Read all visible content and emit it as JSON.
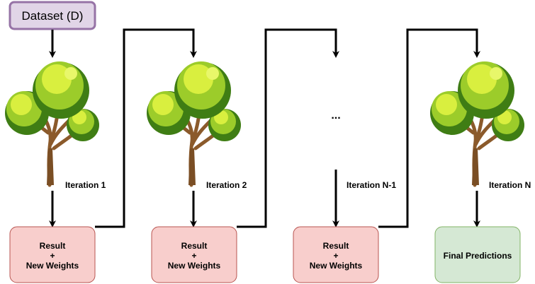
{
  "colors": {
    "dataset_fill": "#e1d5e7",
    "dataset_stroke": "#9673a6",
    "result_fill": "#f8cecc",
    "result_stroke": "#b85450",
    "final_fill": "#d5e8d4",
    "final_stroke": "#82b366",
    "edge": "#000000",
    "foliage_light": "#d9ef3f",
    "foliage_mid": "#9ccc2a",
    "foliage_dark": "#3f7d14",
    "trunk": "#8b5a2b"
  },
  "dataset": {
    "label": "Dataset (D)"
  },
  "iterations": [
    {
      "label": "Iteration 1",
      "has_tree": true,
      "icon": "tree-icon"
    },
    {
      "label": "Iteration 2",
      "has_tree": true,
      "icon": "tree-icon"
    },
    {
      "label": "Iteration N-1",
      "has_tree": false,
      "placeholder": "..."
    },
    {
      "label": "Iteration N",
      "has_tree": true,
      "icon": "tree-icon"
    }
  ],
  "results": [
    {
      "line1": "Result",
      "line2": "+",
      "line3": "New Weights"
    },
    {
      "line1": "Result",
      "line2": "+",
      "line3": "New Weights"
    },
    {
      "line1": "Result",
      "line2": "+",
      "line3": "New Weights"
    }
  ],
  "final": {
    "label": "Final Predictions"
  }
}
